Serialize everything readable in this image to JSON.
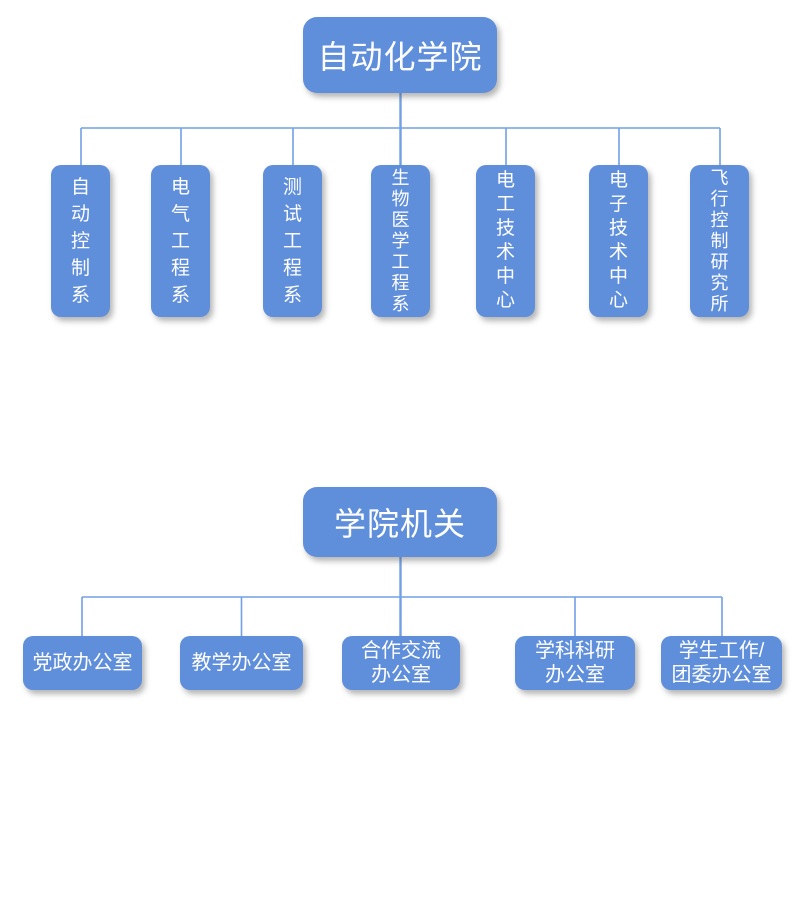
{
  "chart": {
    "type": "org-chart",
    "colors": {
      "box_fill": "#5F8EDB",
      "connector": "#72A0E5",
      "box_text": "#FFFFFF",
      "background": "#FFFFFF"
    },
    "sections": [
      {
        "title": "自动化学院",
        "children": [
          {
            "label": "自动控制系"
          },
          {
            "label": "电气工程系"
          },
          {
            "label": "测试工程系"
          },
          {
            "label": "生物医学工程系"
          },
          {
            "label": "电工技术中心"
          },
          {
            "label": "电子技术中心"
          },
          {
            "label": "飞行控制研究所"
          }
        ]
      },
      {
        "title": "学院机关",
        "children": [
          {
            "label": "党政办公室",
            "lines": [
              "党政办公室"
            ]
          },
          {
            "label": "教学办公室",
            "lines": [
              "教学办公室"
            ]
          },
          {
            "label": "合作交流办公室",
            "lines": [
              "合作交流",
              "办公室"
            ]
          },
          {
            "label": "学科科研办公室",
            "lines": [
              "学科科研",
              "办公室"
            ]
          },
          {
            "label": "学生工作/团委办公室",
            "lines": [
              "学生工作/",
              "团委办公室"
            ]
          }
        ]
      }
    ]
  }
}
